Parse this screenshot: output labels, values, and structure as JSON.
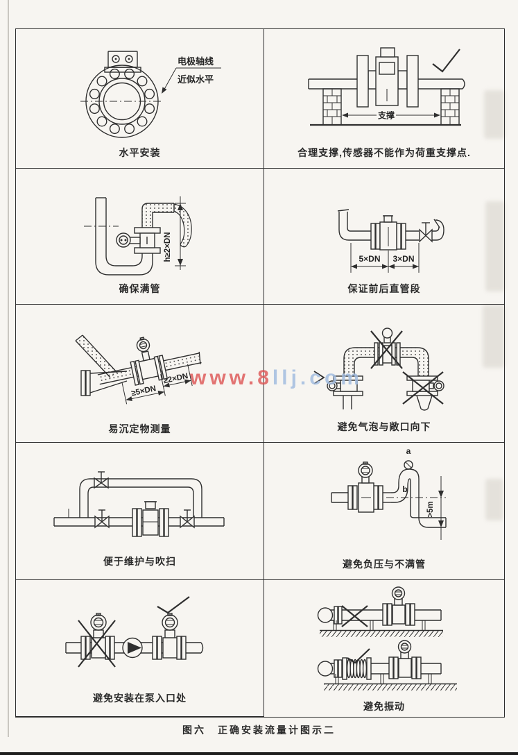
{
  "page": {
    "figure_caption": "图六　正确安装流量计图示二",
    "watermark": {
      "left": "www.8",
      "right": "llj.com",
      "red_color": "#dc4e4e",
      "blue_color": "#a2bcdf"
    }
  },
  "cells": [
    {
      "caption": "水平安装",
      "labels": {
        "note1": "电极轴线",
        "note2": "近似水平"
      }
    },
    {
      "caption": "合理支撑,传感器不能作为荷重支撑点.",
      "labels": {
        "support": "支撑"
      }
    },
    {
      "caption": "确保满管",
      "labels": {
        "dim": "h≥2×DN"
      }
    },
    {
      "caption": "保证前后直管段",
      "labels": {
        "up": "5×DN",
        "down": "3×DN"
      }
    },
    {
      "caption": "易沉定物测量",
      "labels": {
        "up": "≥5×DN",
        "down": "≥2×DN"
      }
    },
    {
      "caption": "避免气泡与敞口向下",
      "labels": {}
    },
    {
      "caption": "便于维护与吹扫",
      "labels": {}
    },
    {
      "caption": "避免负压与不满管",
      "labels": {
        "a": "a",
        "b": "b",
        "dim": ">5m"
      }
    },
    {
      "caption": "避免安装在泵入口处",
      "labels": {}
    },
    {
      "caption": "避免振动",
      "labels": {}
    }
  ]
}
